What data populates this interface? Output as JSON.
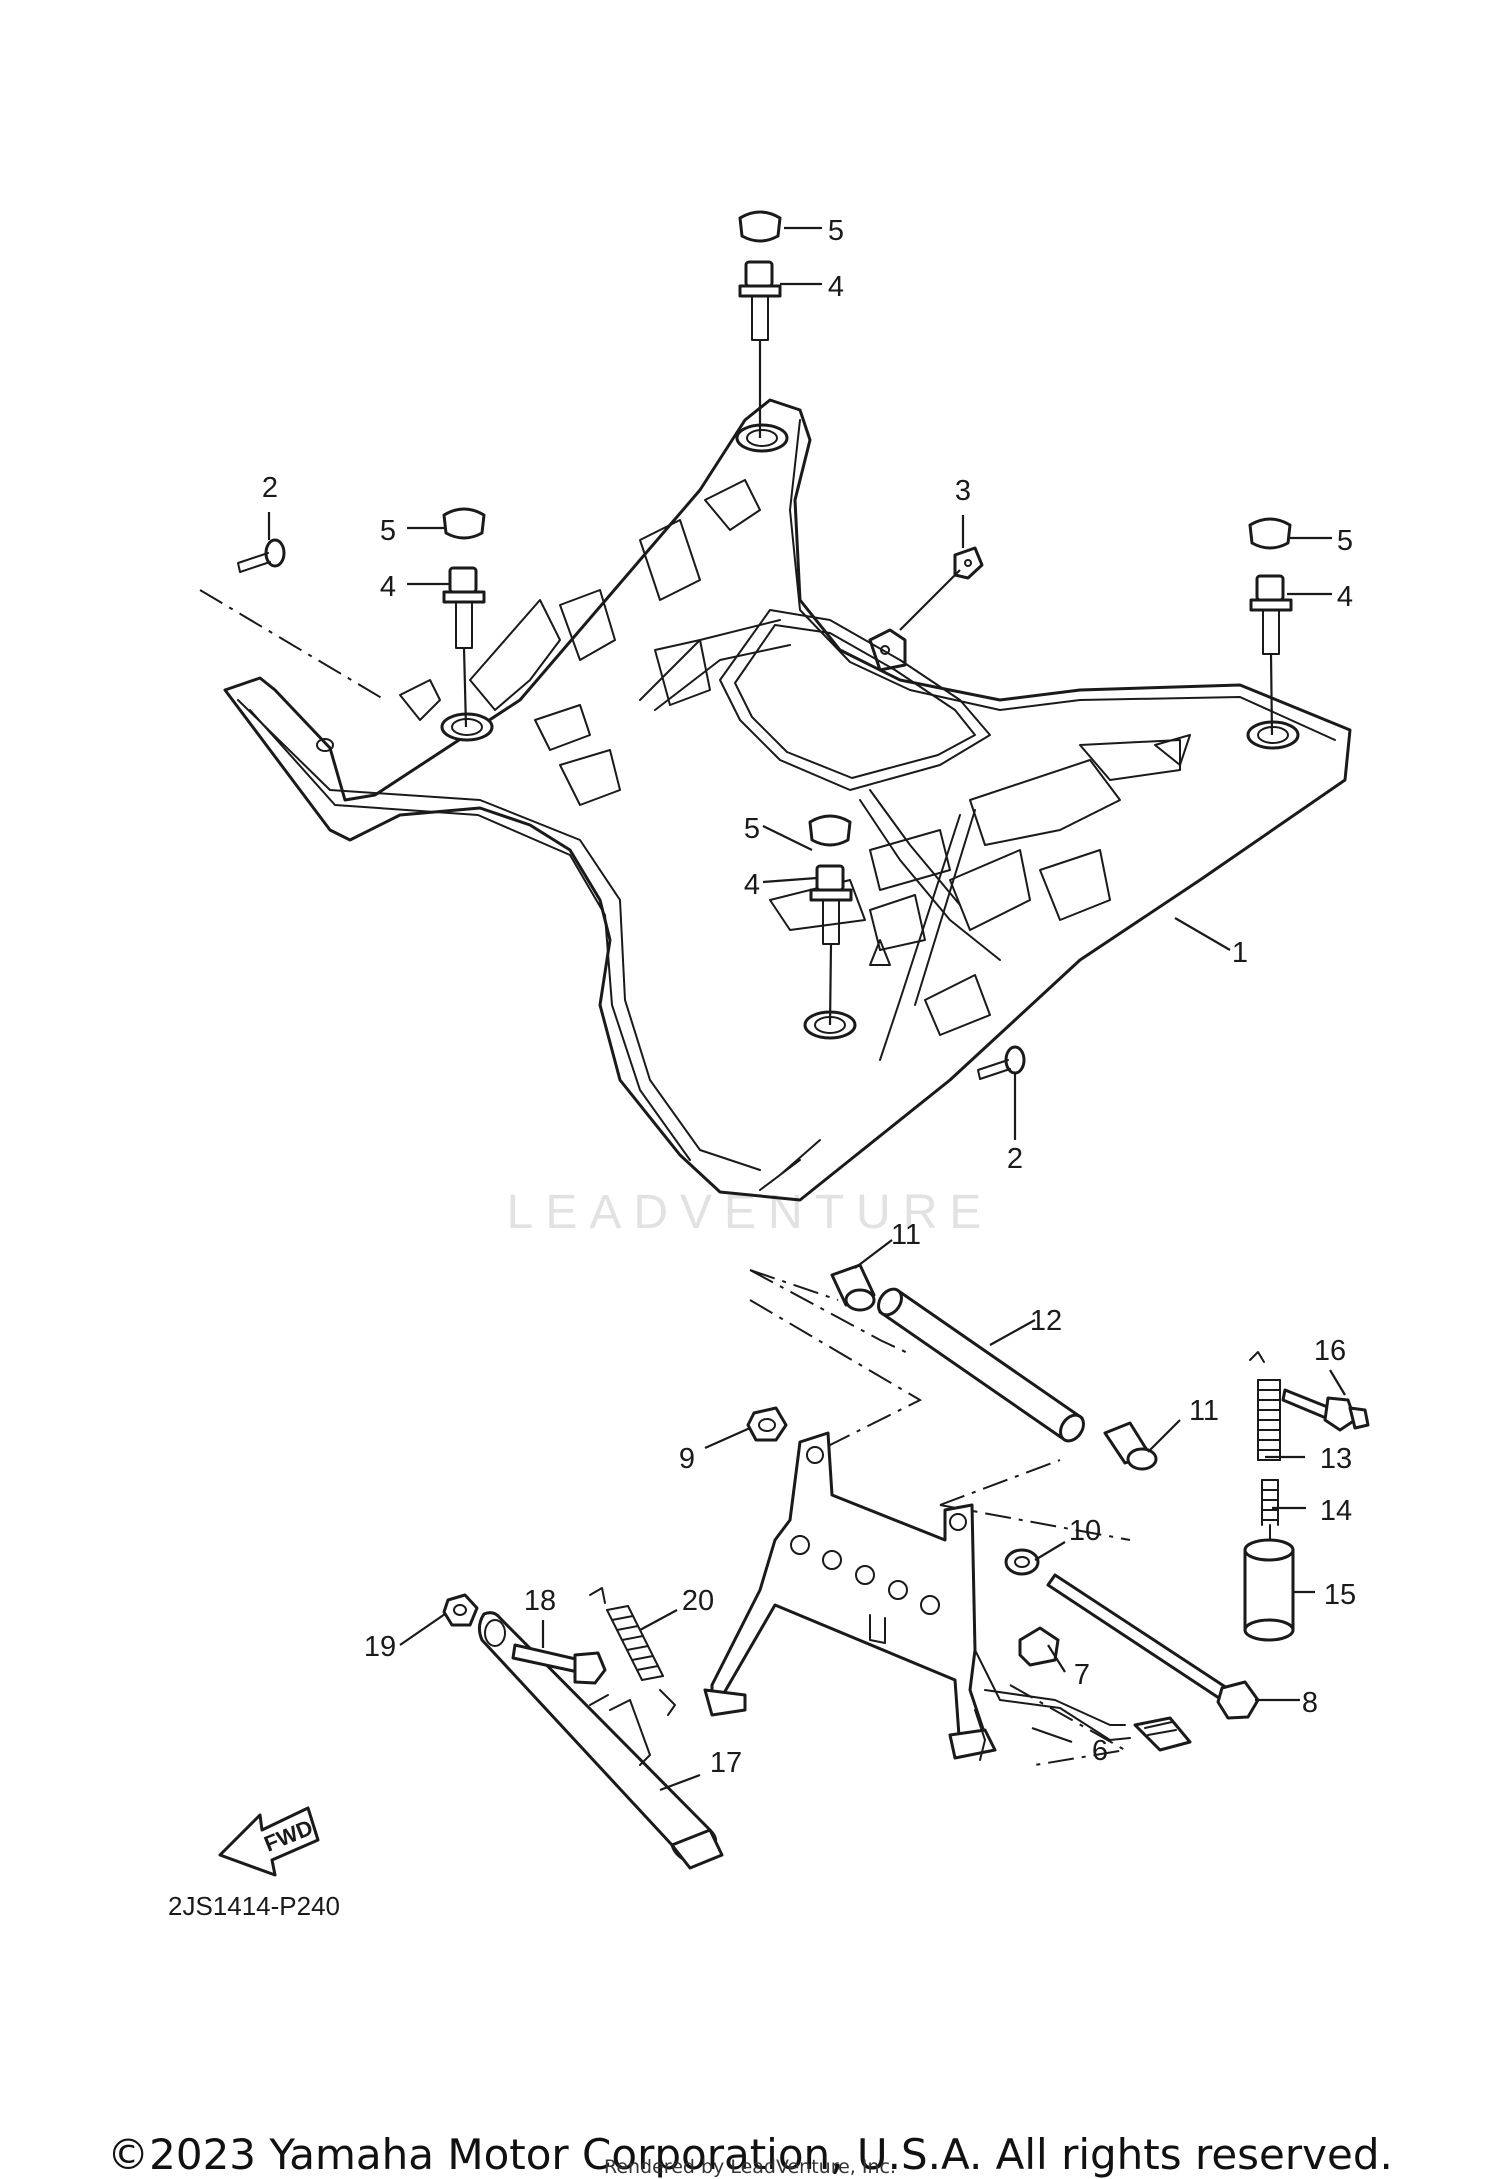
{
  "diagram": {
    "callouts": [
      "5",
      "4",
      "2",
      "5",
      "4",
      "3",
      "5",
      "4",
      "5",
      "4",
      "1",
      "2",
      "11",
      "12",
      "16",
      "11",
      "13",
      "9",
      "14",
      "10",
      "15",
      "18",
      "20",
      "19",
      "7",
      "8",
      "6",
      "17"
    ],
    "fwd_label": "FWD",
    "drawing_code": "2JS1414-P240"
  },
  "watermark": "LEADVENTURE",
  "footer": {
    "copyright": "©2023 Yamaha Motor Corporation, U.S.A. All rights reserved.",
    "rendered_by": "Rendered by LeadVenture, Inc."
  }
}
